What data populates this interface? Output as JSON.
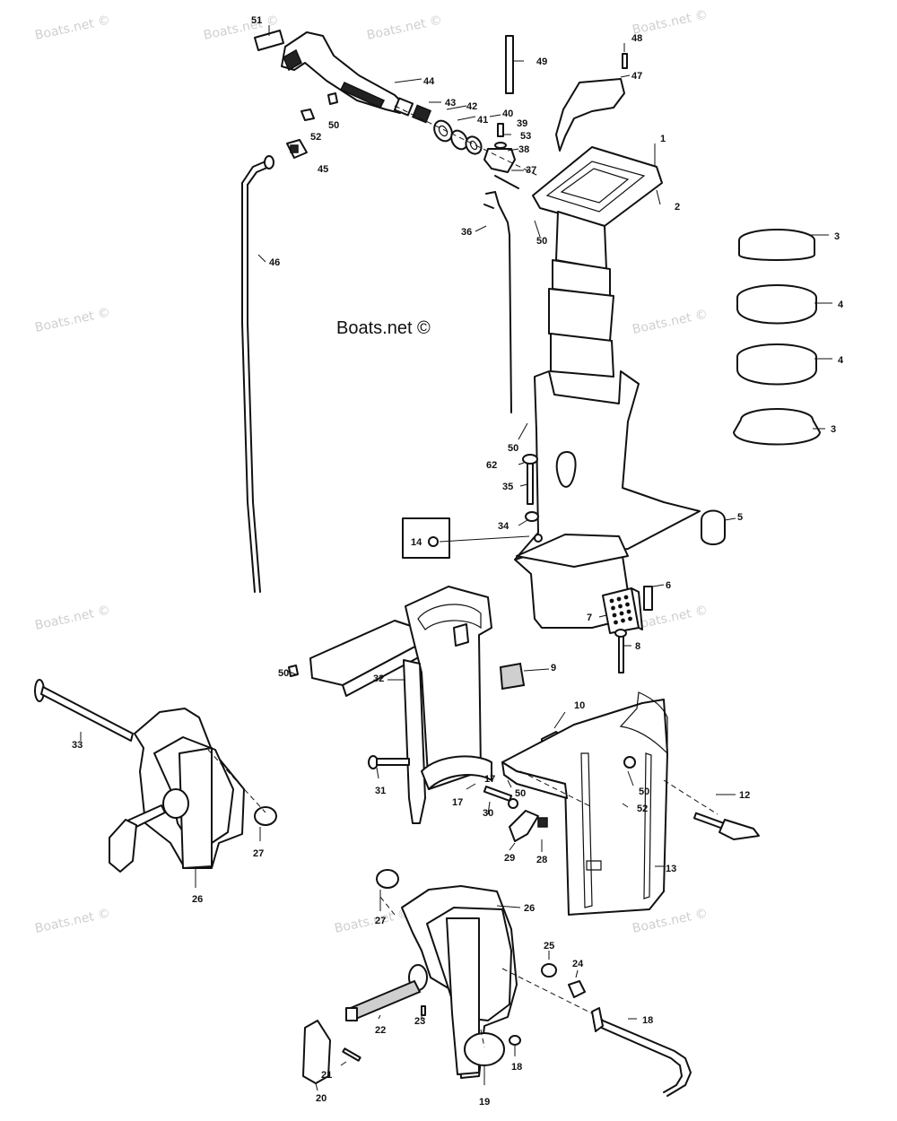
{
  "caption": "Boats.net ©",
  "watermark": "Boats.net ©",
  "part_labels": [
    "51",
    "52",
    "50",
    "44",
    "45",
    "43",
    "42",
    "41",
    "40",
    "39",
    "53",
    "38",
    "37",
    "49",
    "48",
    "47",
    "1",
    "2",
    "36",
    "50",
    "46",
    "3",
    "4",
    "4",
    "3",
    "50",
    "62",
    "35",
    "34",
    "14",
    "5",
    "6",
    "7",
    "8",
    "9",
    "10",
    "50",
    "32",
    "33",
    "31",
    "17",
    "30",
    "17",
    "50",
    "50",
    "52",
    "12",
    "29",
    "28",
    "13",
    "27",
    "26",
    "27",
    "26",
    "25",
    "24",
    "22",
    "23",
    "18",
    "21",
    "18",
    "20",
    "19"
  ]
}
